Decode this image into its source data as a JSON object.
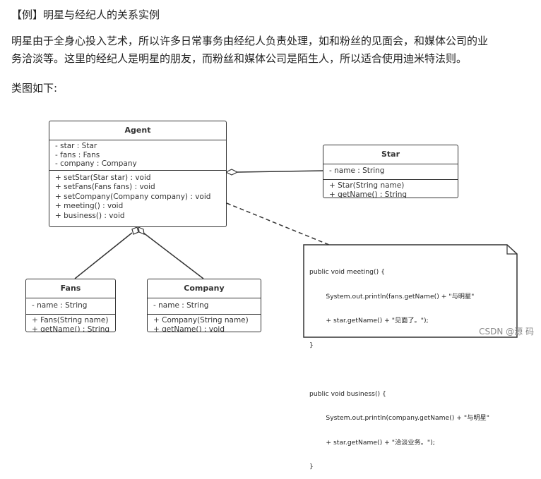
{
  "heading": "【例】明星与经纪人的关系实例",
  "paragraph_lines": [
    "明星由于全身心投入艺术，所以许多日常事务由经纪人负责处理，如和粉丝的见面会，和媒体公司的业",
    "务洽淡等。这里的经纪人是明星的朋友，而粉丝和媒体公司是陌生人，所以适合使用迪米特法则。"
  ],
  "class_diagram_label": "类图如下:",
  "classes": {
    "agent": {
      "name": "Agent",
      "attributes": [
        "- star : Star",
        "- fans : Fans",
        "- company : Company"
      ],
      "methods": [
        "+ setStar(Star star) : void",
        "+ setFans(Fans fans) : void",
        "+ setCompany(Company company) : void",
        "+ meeting() : void",
        "+ business() : void"
      ]
    },
    "star": {
      "name": "Star",
      "attributes": [
        "- name : String"
      ],
      "methods": [
        "+ Star(String name)",
        "+ getName() : String"
      ]
    },
    "fans": {
      "name": "Fans",
      "attributes": [
        "- name : String"
      ],
      "methods": [
        "+ Fans(String name)",
        "+ getName() : String"
      ]
    },
    "company": {
      "name": "Company",
      "attributes": [
        "- name : String"
      ],
      "methods": [
        "+ Company(String name)",
        "+ getName() : void"
      ]
    }
  },
  "note_lines": [
    "public void meeting() {",
    "        System.out.println(fans.getName() + \"与明星\"",
    "        + star.getName() + \"见面了。\");",
    "}",
    "",
    "public void business() {",
    "        System.out.println(company.getName() + \"与明星\"",
    "        + star.getName() + \"洽淡业务。\");",
    "}"
  ],
  "watermark": "CSDN @源  码"
}
